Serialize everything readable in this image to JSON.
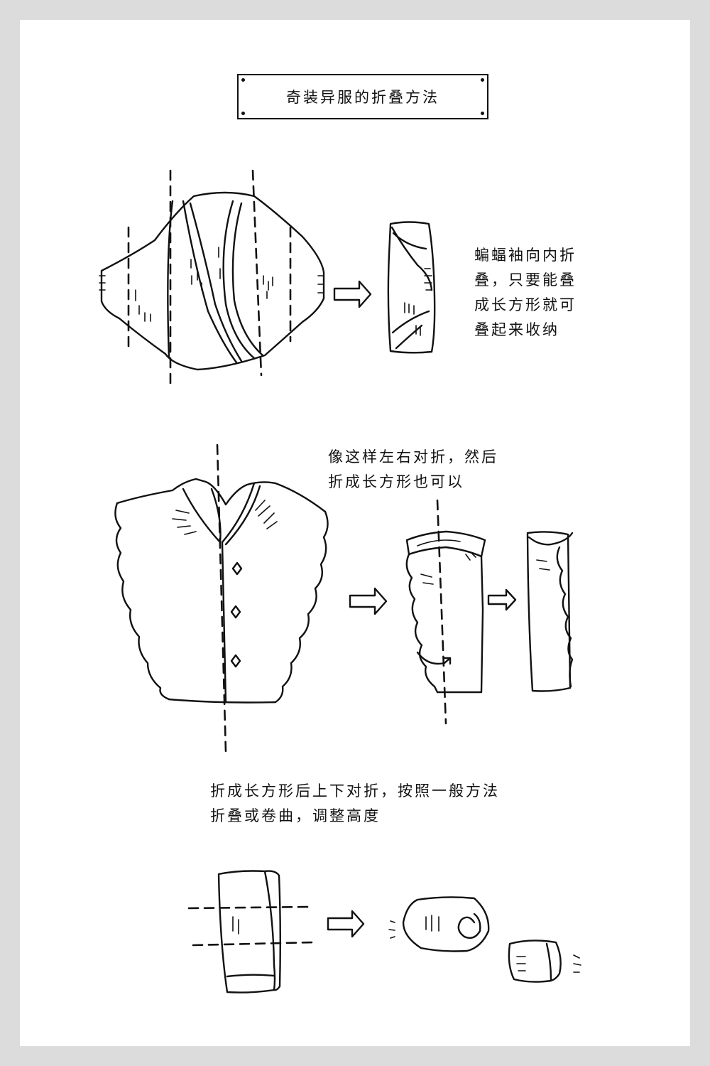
{
  "title": "奇装异服的折叠方法",
  "notes": {
    "batwing": "蝙蝠袖向内折\n叠，只要能叠\n成长方形就可\n叠起来收纳",
    "ruffle": "像这样左右对折，然后\n折成长方形也可以",
    "roll": "折成长方形后上下对折，按照一般方法\n折叠或卷曲，调整高度"
  },
  "icons": {
    "arrows": [
      "arrow-right-icon",
      "arrow-right-icon",
      "arrow-right-icon",
      "arrow-right-icon"
    ]
  },
  "colors": {
    "ink": "#111111",
    "paper": "#ffffff",
    "margin": "#dcdcdc"
  }
}
